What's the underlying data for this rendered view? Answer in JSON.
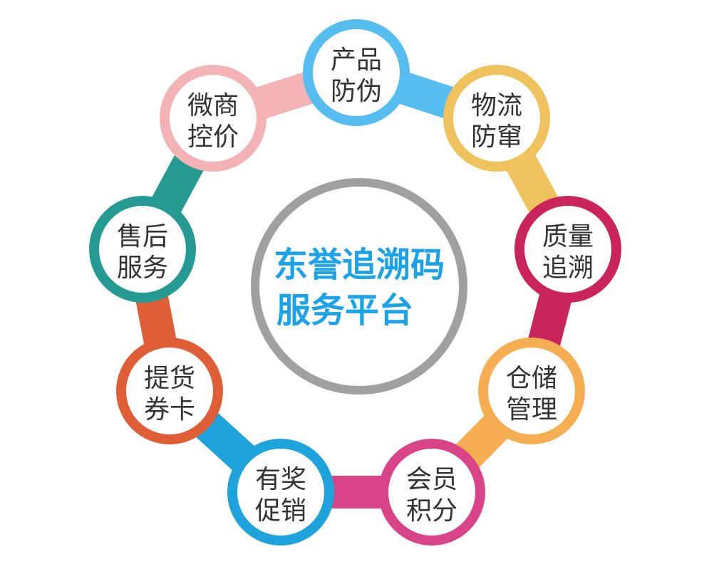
{
  "center": {
    "line1": "东誉追溯码",
    "line2": "服务平台",
    "ring_color": "#a0a0a0",
    "text_color": "#1aa3e8"
  },
  "nodes": [
    {
      "id": "product-anti-counterfeit",
      "line1": "产品",
      "line2": "防伪",
      "color": "#56bdf0"
    },
    {
      "id": "logistics-anti-diversion",
      "line1": "物流",
      "line2": "防窜",
      "color": "#f0c25e"
    },
    {
      "id": "quality-traceability",
      "line1": "质量",
      "line2": "追溯",
      "color": "#c9245c"
    },
    {
      "id": "warehouse-management",
      "line1": "仓储",
      "line2": "管理",
      "color": "#f7ae52"
    },
    {
      "id": "member-points",
      "line1": "会员",
      "line2": "积分",
      "color": "#d94488"
    },
    {
      "id": "prize-promotion",
      "line1": "有奖",
      "line2": "促销",
      "color": "#1ea3dd"
    },
    {
      "id": "pickup-voucher",
      "line1": "提货",
      "line2": "券卡",
      "color": "#e05e35"
    },
    {
      "id": "after-sales-service",
      "line1": "售后",
      "line2": "服务",
      "color": "#249a93"
    },
    {
      "id": "wechat-price-control",
      "line1": "微商",
      "line2": "控价",
      "color": "#f3b3b4"
    }
  ]
}
